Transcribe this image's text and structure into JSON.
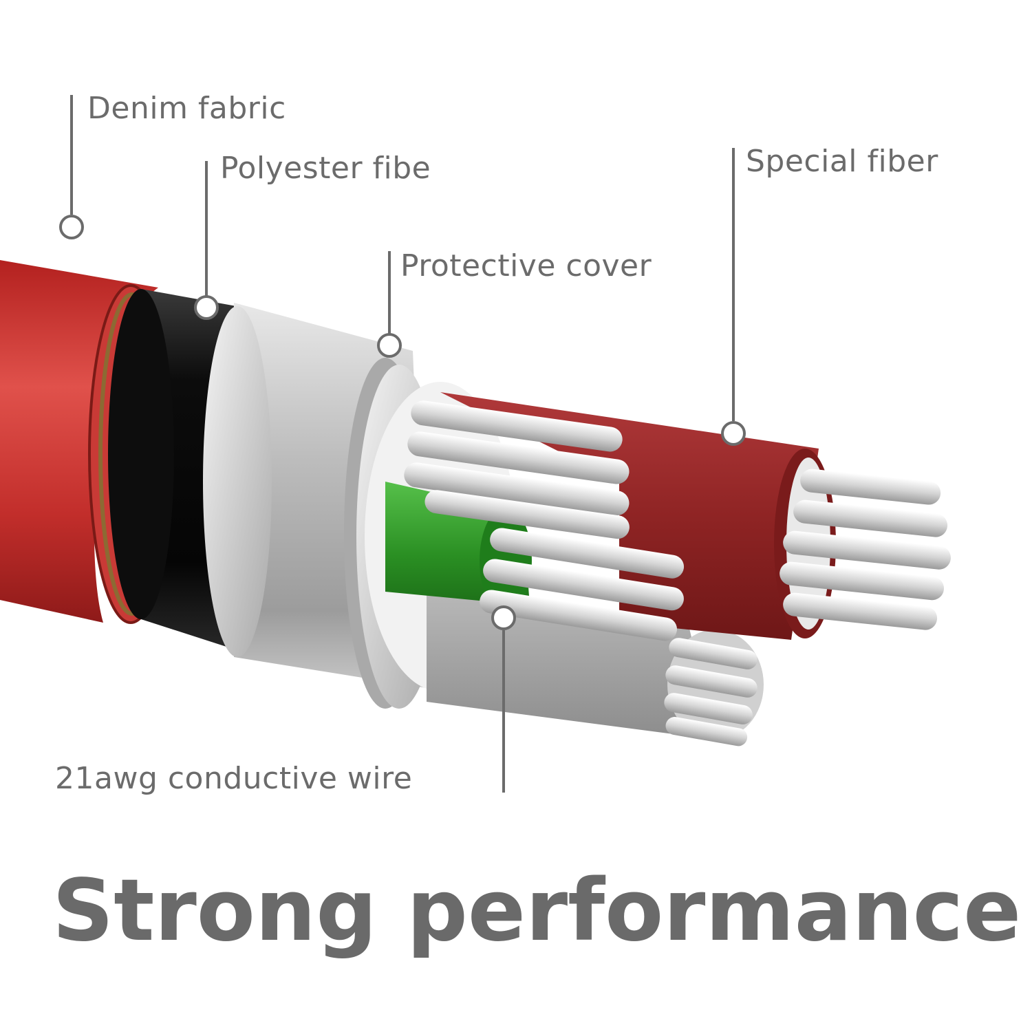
{
  "labels": {
    "denim": "Denim fabric",
    "polyester": "Polyester fibe",
    "special": "Special fiber",
    "protective": "Protective cover",
    "conductive": "21awg conductive wire"
  },
  "headline": "Strong performance",
  "colors": {
    "text": "#6b6b6b",
    "braid_red": "#c8312f",
    "black_jacket": "#111111",
    "silver_cover": "#c9c9c9",
    "red_insulation": "#9a2b2b",
    "green_insulation": "#2f9e2a",
    "strand_silver": "#dcdcdc"
  }
}
